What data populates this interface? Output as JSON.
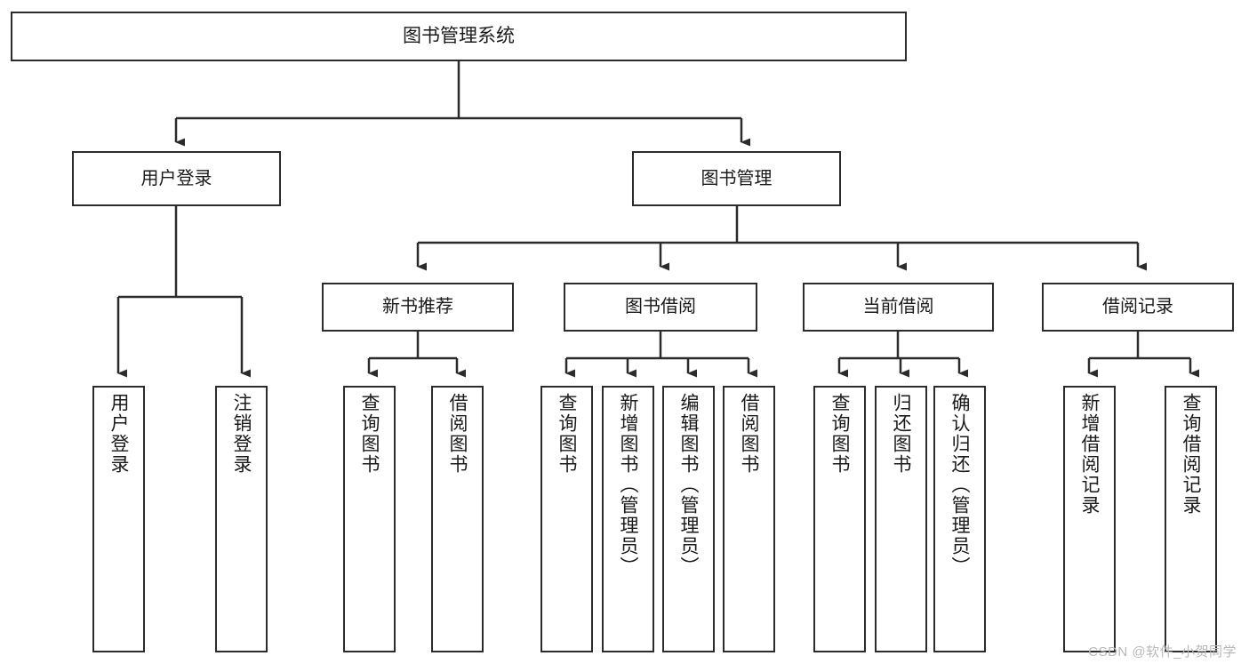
{
  "diagram": {
    "title": "图书管理系统",
    "type": "tree",
    "watermark": "CSDN @软件_小贺同学",
    "colors": {
      "box_border": "#2b2b2b",
      "box_fill": "#ffffff",
      "edge": "#2b2b2b",
      "text": "#1a1a1a",
      "watermark": "#b8b8b8",
      "background": "#ffffff"
    },
    "root": {
      "label": "图书管理系统"
    },
    "level2": [
      {
        "label": "用户登录"
      },
      {
        "label": "图书管理"
      }
    ],
    "level3": [
      {
        "label": "新书推荐"
      },
      {
        "label": "图书借阅"
      },
      {
        "label": "当前借阅"
      },
      {
        "label": "借阅记录"
      }
    ],
    "leaves": {
      "user_login": [
        {
          "label": "用户登录"
        },
        {
          "label": "注销登录"
        }
      ],
      "new_book_recommend": [
        {
          "label": "查询图书"
        },
        {
          "label": "借阅图书"
        }
      ],
      "book_borrow": [
        {
          "label": "查询图书"
        },
        {
          "label": "新增图书（管理员）"
        },
        {
          "label": "编辑图书（管理员）"
        },
        {
          "label": "借阅图书"
        }
      ],
      "current_borrow": [
        {
          "label": "查询图书"
        },
        {
          "label": "归还图书"
        },
        {
          "label": "确认归还（管理员）"
        }
      ],
      "borrow_record": [
        {
          "label": "新增借阅记录"
        },
        {
          "label": "查询借阅记录"
        }
      ]
    }
  }
}
